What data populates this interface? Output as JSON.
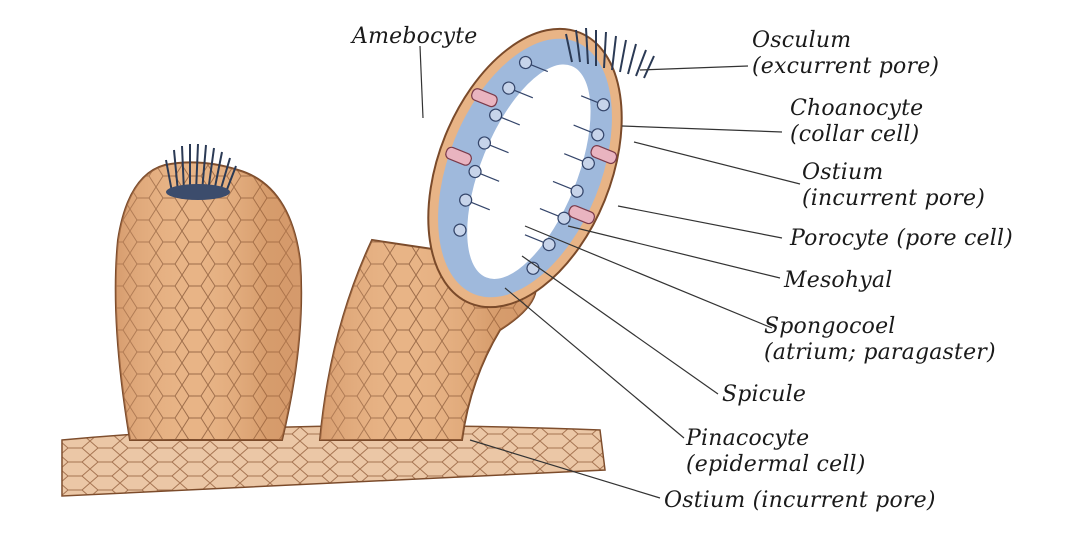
{
  "labels": {
    "amebocyte": "Amebocyte",
    "osculum": "Osculum",
    "osculum_sub": "(excurrent pore)",
    "choanocyte": "Choanocyte",
    "choanocyte_sub": "(collar cell)",
    "ostium": "Ostium",
    "ostium_sub": "(incurrent pore)",
    "porocyte": "Porocyte (pore cell)",
    "mesohyal": "Mesohyal",
    "spongocoel": "Spongocoel",
    "spongocoel_sub": "(atrium; paragaster)",
    "spicule": "Spicule",
    "pinacocyte": "Pinacocyte",
    "pinacocyte_sub": "(epidermal cell)",
    "ostium_bottom": "Ostium (incurrent pore)"
  },
  "colors": {
    "body_fill": "#e8b486",
    "body_shade": "#c98a5c",
    "cell_lines": "#8a5a3a",
    "mesohyal_blue": "#9fb9dc",
    "spongocoel": "#ffffff",
    "pore_pink": "#e9b4c0",
    "osculum_fringe": "#2b3a55"
  }
}
